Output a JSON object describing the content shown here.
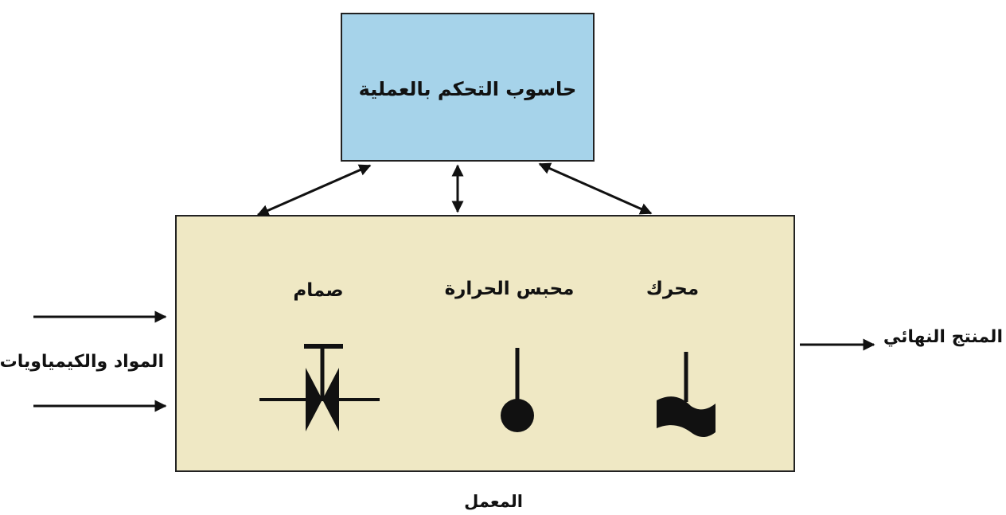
{
  "diagram": {
    "colors": {
      "computer_fill": "#a6d3ea",
      "plant_fill": "#efe8c4",
      "stroke": "#222222"
    },
    "computer": {
      "label": "حاسوب التحكم بالعملية"
    },
    "plant": {
      "label": "المعمل",
      "devices": [
        {
          "label": "محرك",
          "icon": "motor-icon"
        },
        {
          "label": "محبس الحرارة",
          "icon": "thermocouple-icon"
        },
        {
          "label": "صمام",
          "icon": "valve-icon"
        }
      ]
    },
    "inputs_label": "المواد والكيمياويات",
    "output_label": "المنتج النهائي"
  }
}
